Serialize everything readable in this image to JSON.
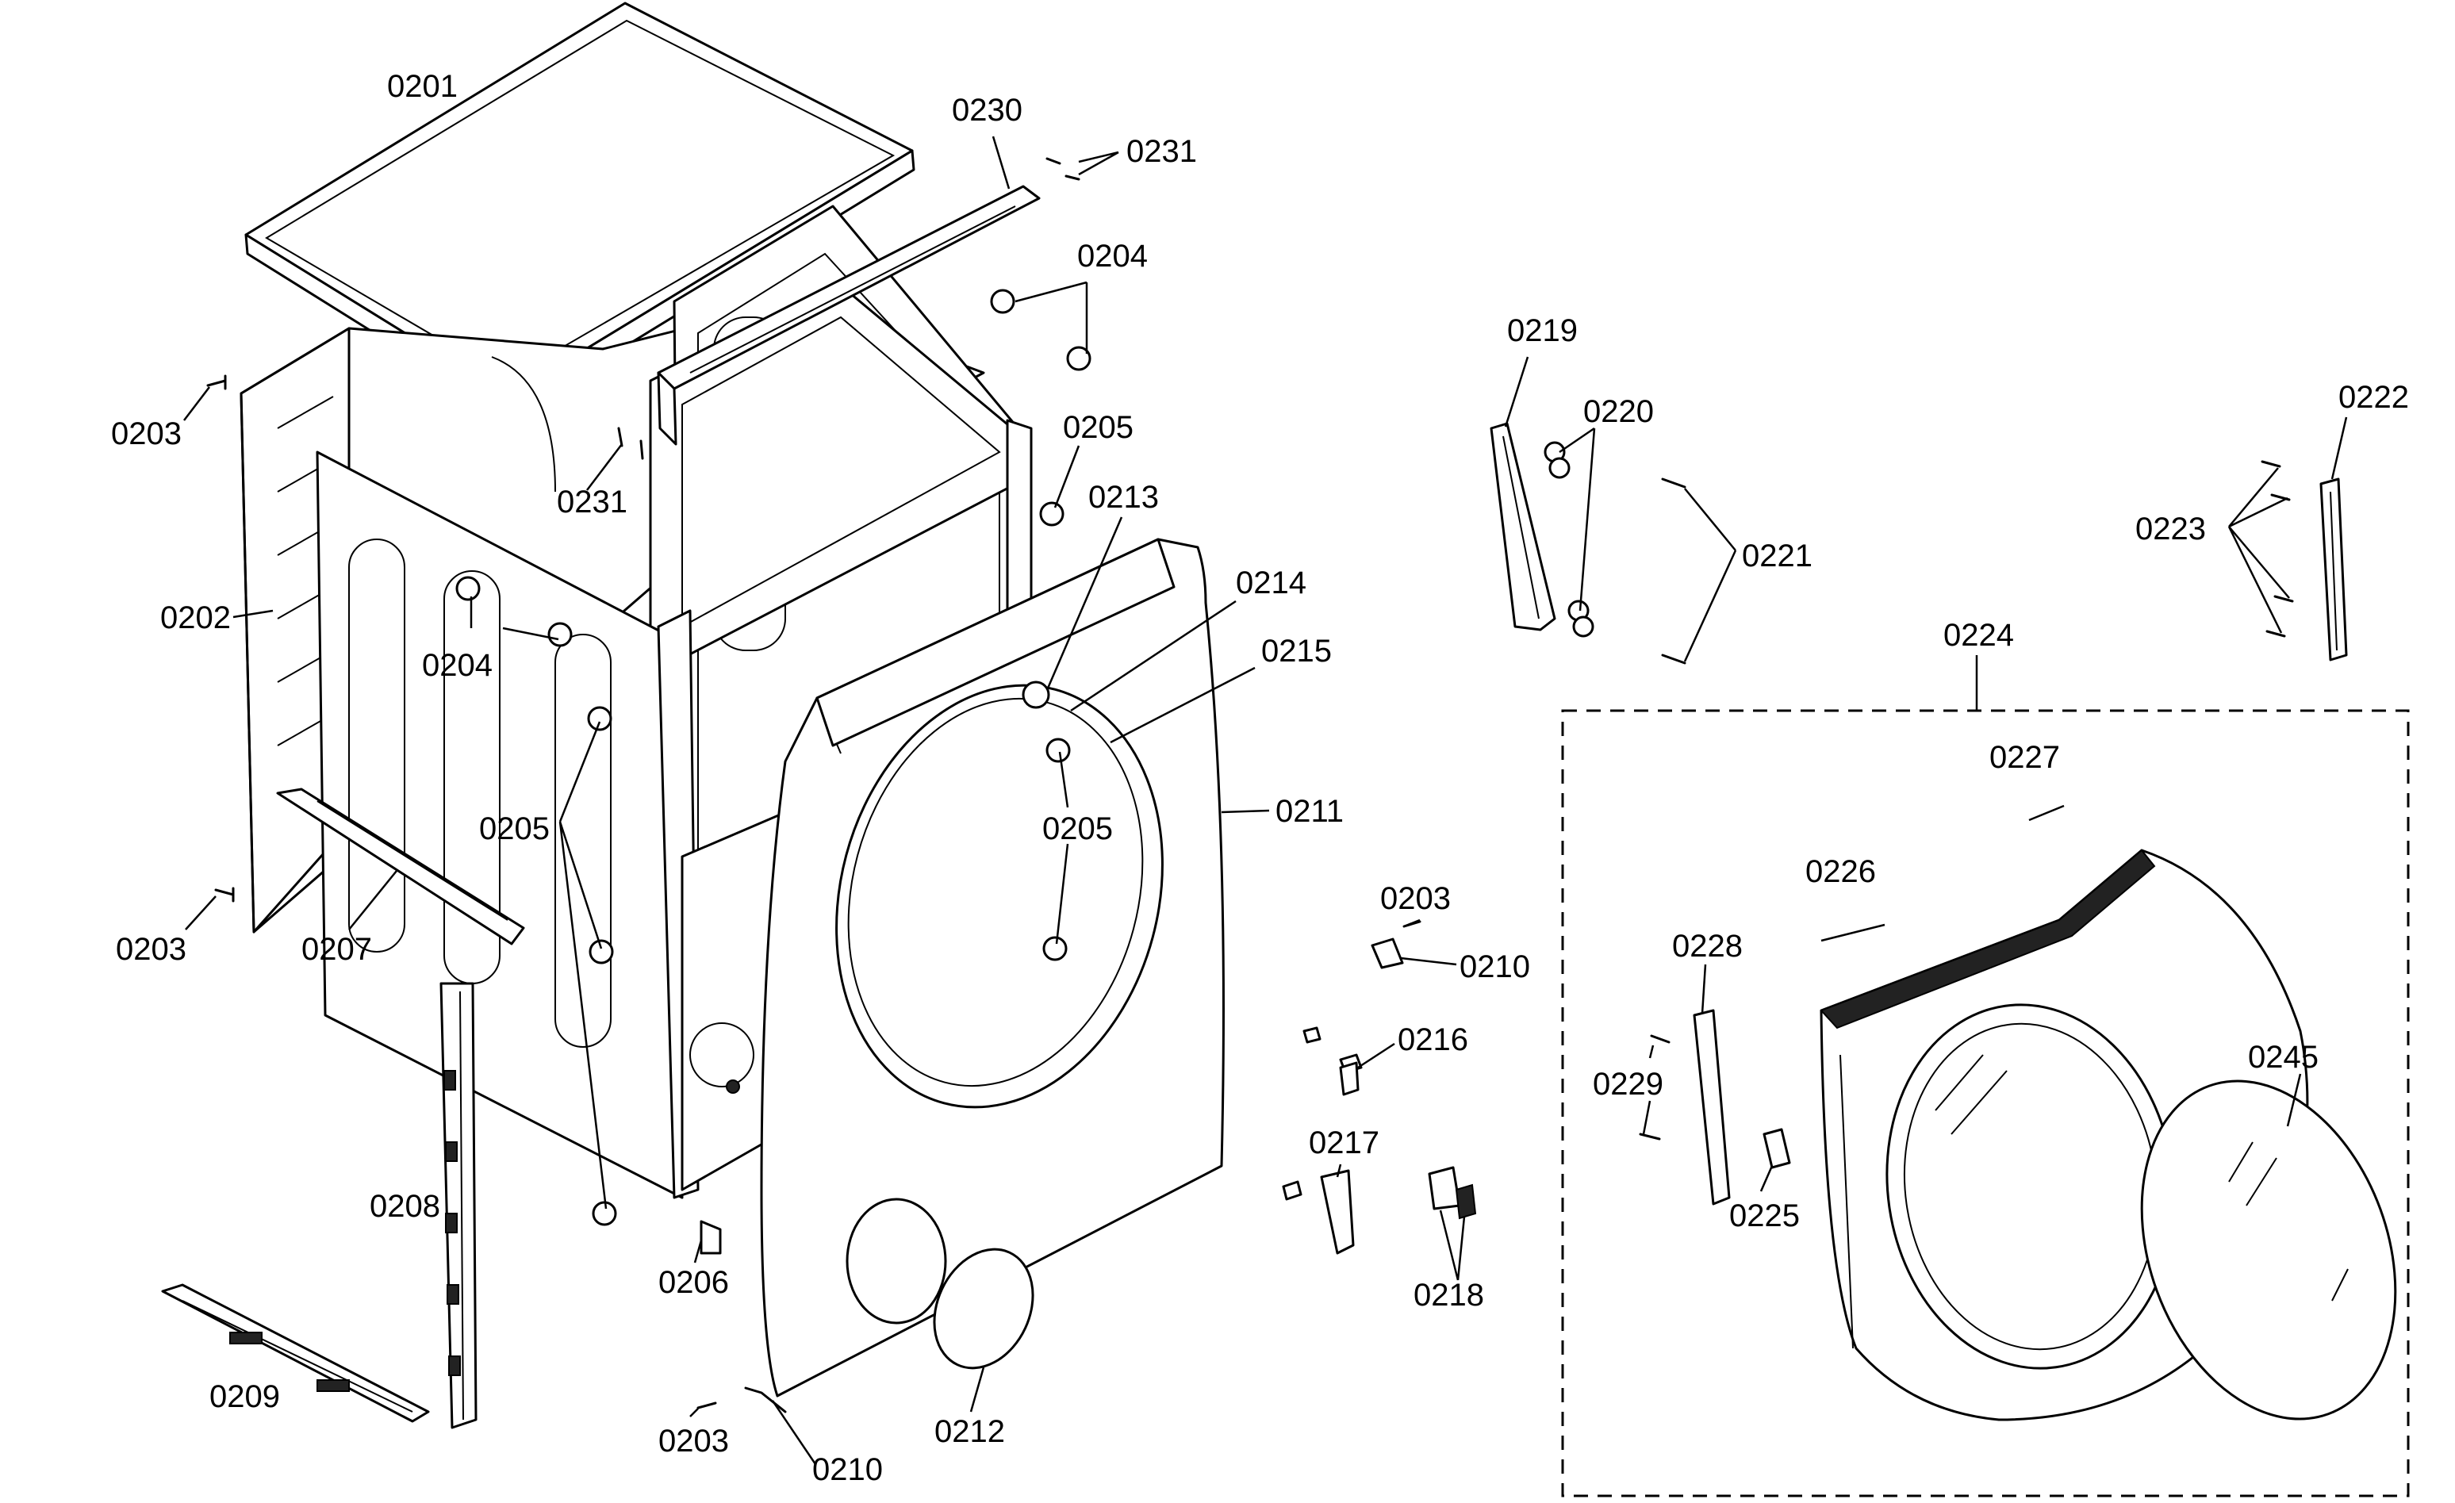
{
  "diagram": {
    "type": "exploded-parts-view",
    "labels": {
      "p0201": "0201",
      "p0202": "0202",
      "p0203a": "0203",
      "p0203b": "0203",
      "p0203c": "0203",
      "p0203d": "0203",
      "p0204a": "0204",
      "p0204b": "0204",
      "p0205a": "0205",
      "p0205b": "0205",
      "p0205c": "0205",
      "p0206": "0206",
      "p0207": "0207",
      "p0208": "0208",
      "p0209": "0209",
      "p0210a": "0210",
      "p0210b": "0210",
      "p0211": "0211",
      "p0212": "0212",
      "p0213": "0213",
      "p0214": "0214",
      "p0215": "0215",
      "p0216": "0216",
      "p0217": "0217",
      "p0218": "0218",
      "p0219": "0219",
      "p0220": "0220",
      "p0221": "0221",
      "p0222": "0222",
      "p0223": "0223",
      "p0224": "0224",
      "p0225": "0225",
      "p0226": "0226",
      "p0227": "0227",
      "p0228": "0228",
      "p0229": "0229",
      "p0230": "0230",
      "p0231a": "0231",
      "p0231b": "0231",
      "p0245": "0245"
    }
  }
}
